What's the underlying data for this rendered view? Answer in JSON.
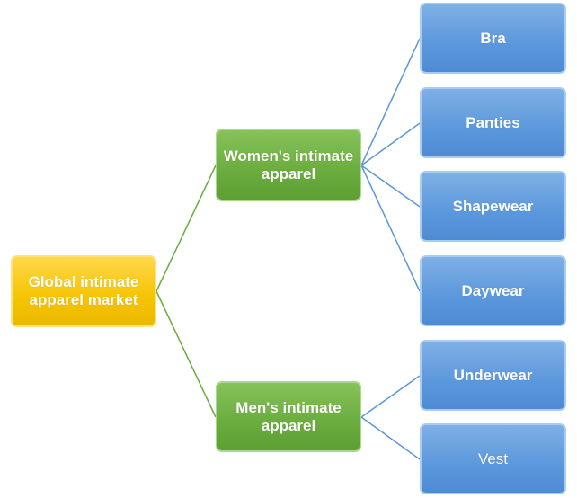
{
  "root": {
    "label": "Global intimate apparel market"
  },
  "women": {
    "label": "Women's intimate apparel",
    "children": [
      "Bra",
      "Panties",
      "Shapewear",
      "Daywear"
    ]
  },
  "men": {
    "label": "Men's intimate apparel",
    "children": [
      "Underwear",
      "Vest"
    ]
  },
  "colors": {
    "root": "#f5c400",
    "level1": "#6aac3e",
    "level2": "#5b97dc",
    "connector_green": "#6aac3e",
    "connector_blue": "#5b97dc"
  }
}
